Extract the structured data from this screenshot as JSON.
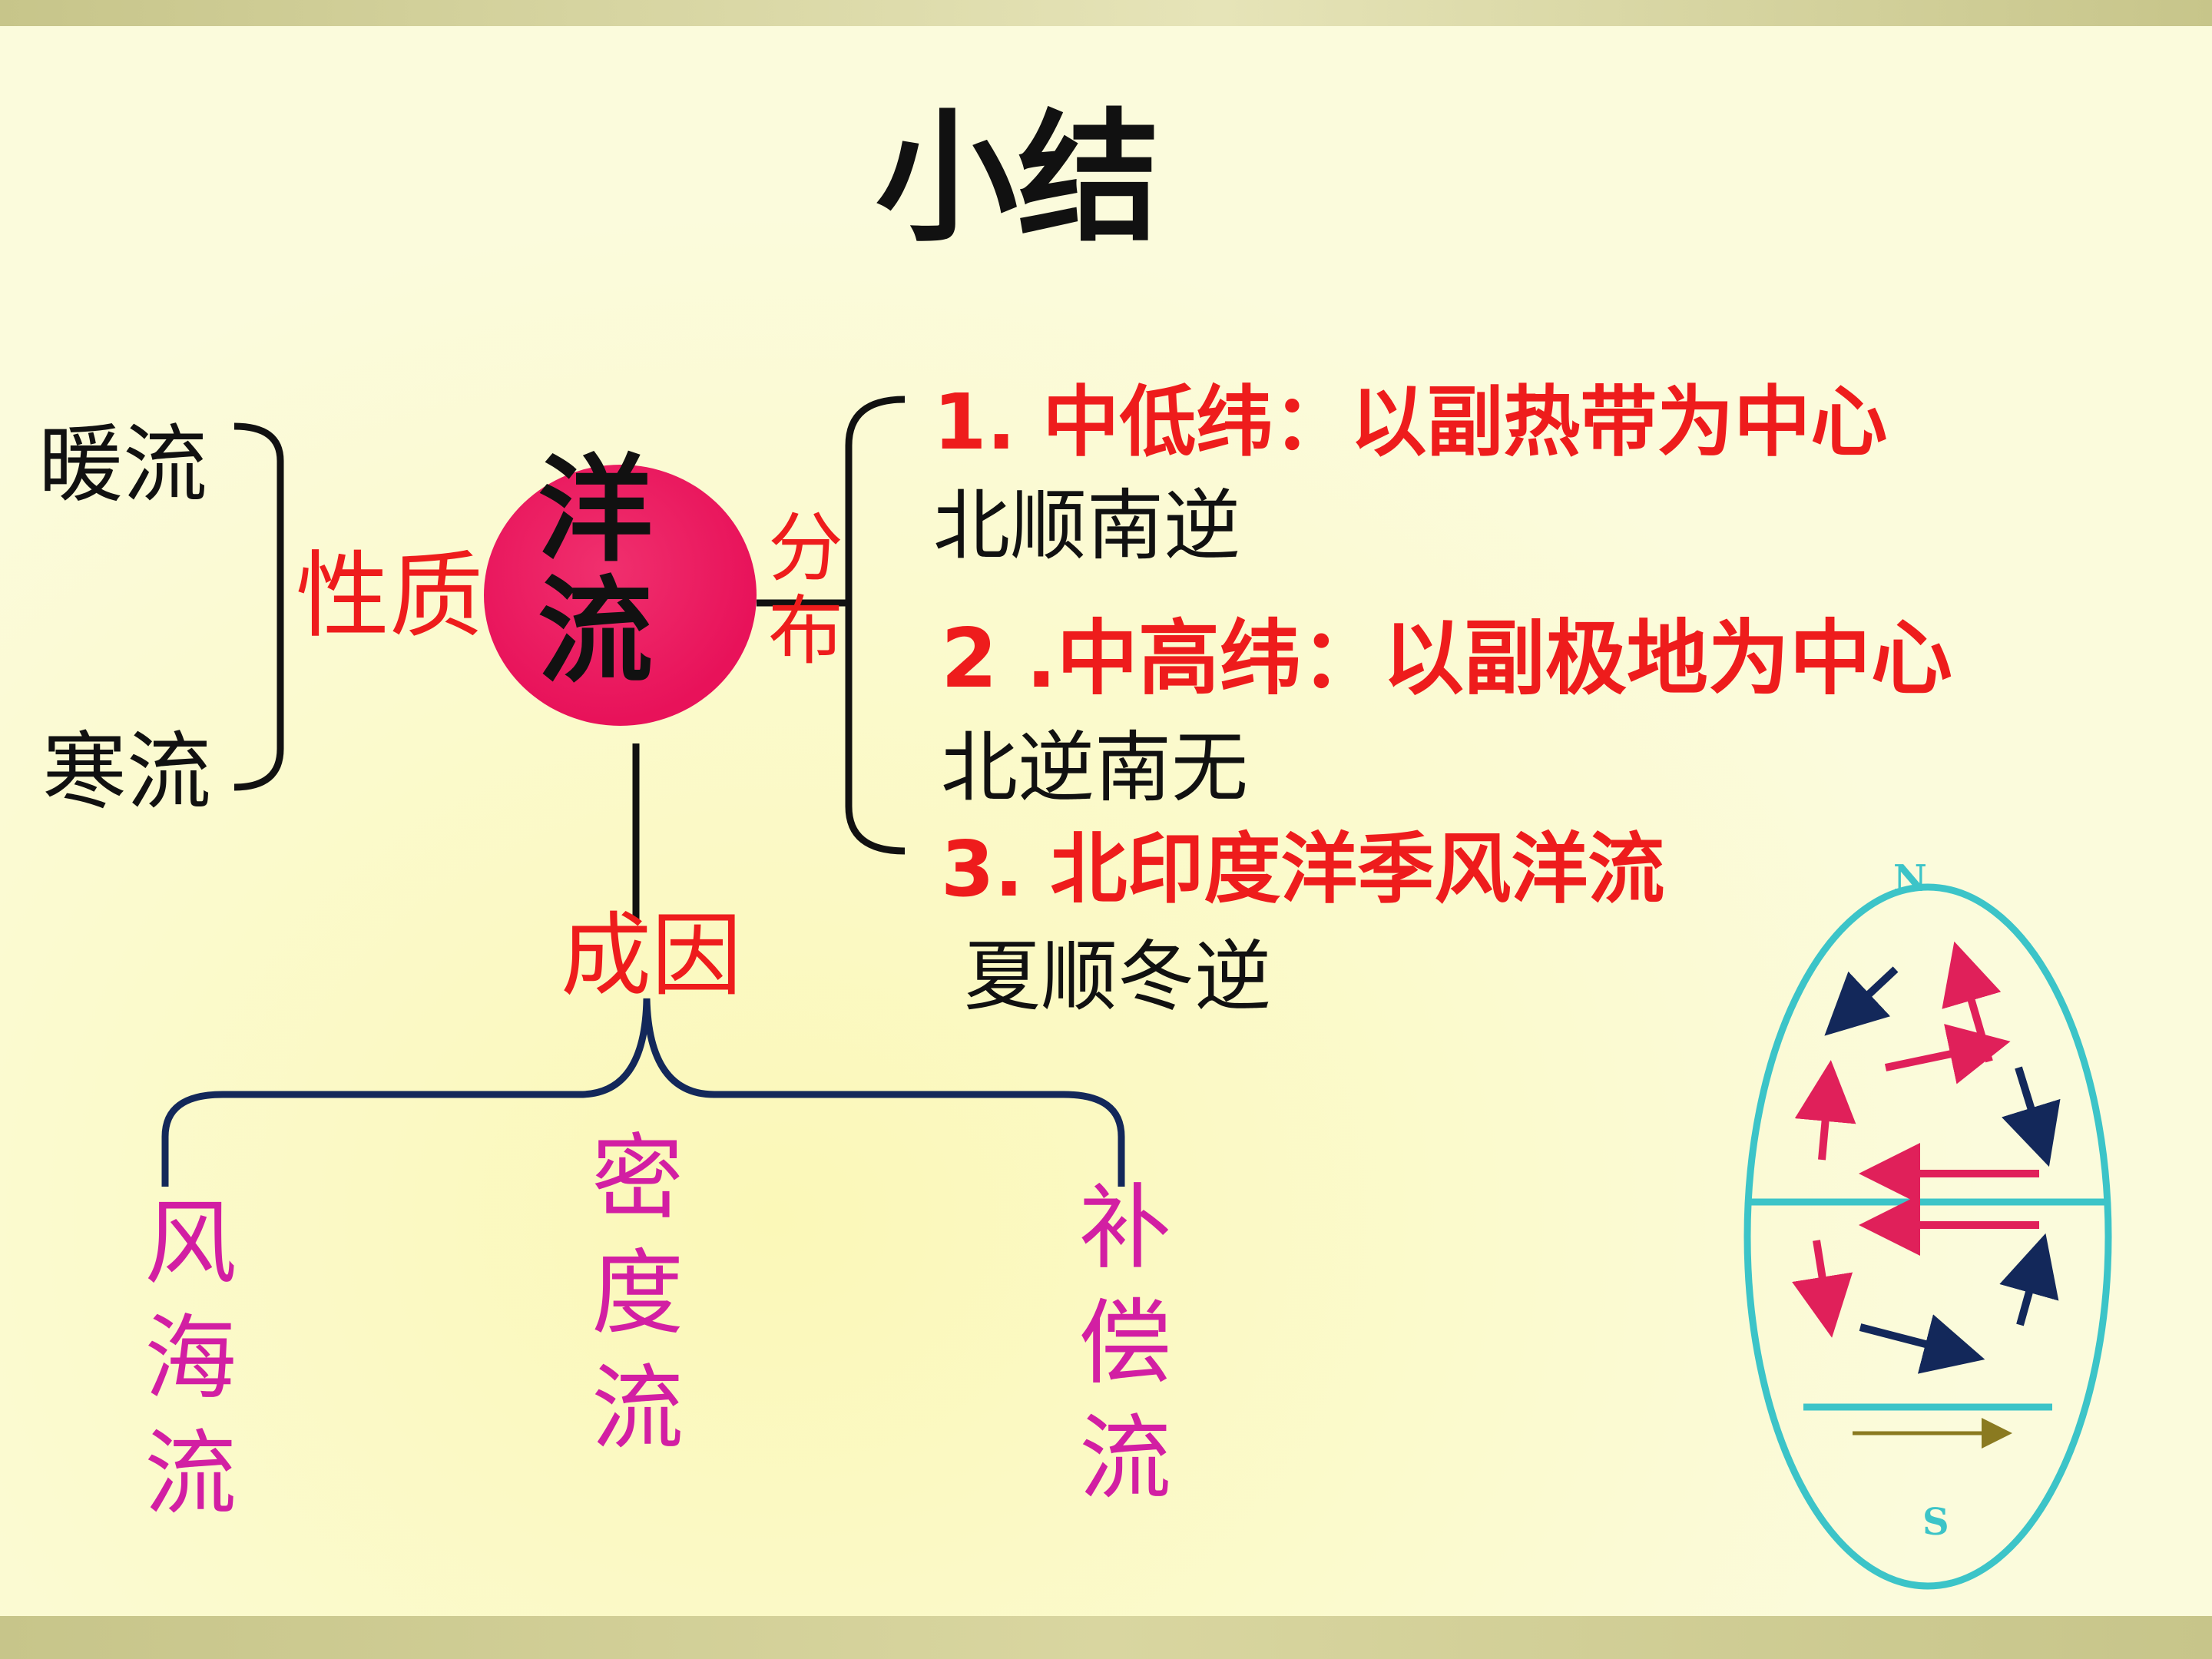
{
  "title": "小结",
  "center": {
    "char1": "洋",
    "char2": "流",
    "color": "#e8125a"
  },
  "nature": {
    "label": "性质",
    "warm": "暖流",
    "cold": "寒流"
  },
  "distribution": {
    "label_1": "分",
    "label_2": "布",
    "item1_title": "1. 中低纬：以副热带为中心",
    "item1_rule": "北顺南逆",
    "item2_title": "2 .中高纬：以副极地为中心",
    "item2_rule": "北逆南无",
    "item3_title": "3. 北印度洋季风洋流",
    "item3_rule": "夏顺冬逆"
  },
  "causes": {
    "label": "成因",
    "wind": {
      "c1": "风",
      "c2": "海",
      "c3": "流"
    },
    "density": {
      "c1": "密",
      "c2": "度",
      "c3": "流"
    },
    "compensation": {
      "c1": "补",
      "c2": "偿",
      "c3": "流"
    }
  },
  "globe": {
    "north": "N",
    "south": "S",
    "outline_color": "#3cc4c8",
    "warm_color": "#e0205a",
    "cold_color": "#13285a"
  },
  "colors": {
    "red": "#ee1c1c",
    "magenta": "#d21fa3",
    "line": "#13285a"
  }
}
